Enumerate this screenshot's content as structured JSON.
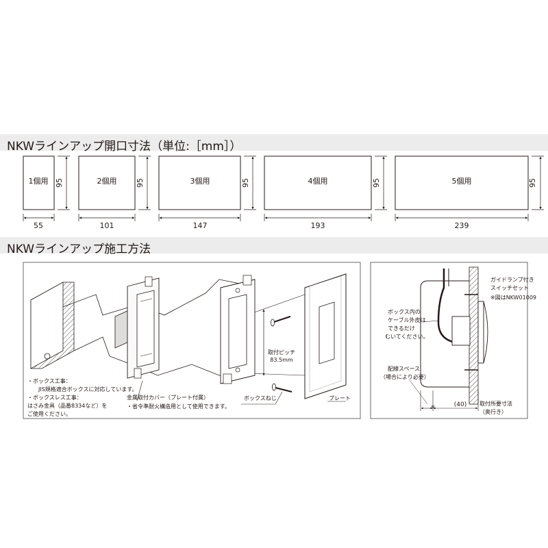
{
  "section1": {
    "title": "NKWラインアップ開口寸法（単位:［mm］）",
    "boxes": [
      {
        "label": "1個用",
        "width": "55",
        "height": "95"
      },
      {
        "label": "2個用",
        "width": "101",
        "height": "95"
      },
      {
        "label": "3個用",
        "width": "147",
        "height": "95"
      },
      {
        "label": "4個用",
        "width": "193",
        "height": "95"
      },
      {
        "label": "5個用",
        "width": "239",
        "height": "95"
      }
    ]
  },
  "section2": {
    "title": "NKWラインアップ施工方法",
    "notes": {
      "box_work": "・ボックス工事：",
      "box_work_detail": "JIS規格適合ボックスに対応しています。",
      "boxless": "・ボックスレス工事：",
      "boxless_detail1": "はさみ金具（品番8334など）を",
      "boxless_detail2": "ご使用ください。"
    },
    "labels": {
      "metal_cover": "金属取付カバー（プレート付属）",
      "metal_cover_note": "・省令準耐火構造用として使用できます。",
      "pitch1": "取付ピッチ",
      "pitch2": "83.5mm",
      "box_screw": "ボックスねじ",
      "plate": "プレート"
    },
    "right_panel": {
      "guide1": "ガイドランプ付き",
      "guide2": "スイッチセット",
      "guide3": "※図はNKW01009",
      "cable1": "ボックス内の",
      "cable2": "ケーブル外皮は",
      "cable3": "できるだけ",
      "cable4": "むいてください。",
      "space1": "配線スペース",
      "space2": "（場合により必要）",
      "mark": "※",
      "dim": "(40)",
      "depth1": "取付所要寸法",
      "depth2": "（奥行き）"
    }
  },
  "colors": {
    "band": "#ececec",
    "line": "#231815",
    "hatch": "#555555"
  }
}
